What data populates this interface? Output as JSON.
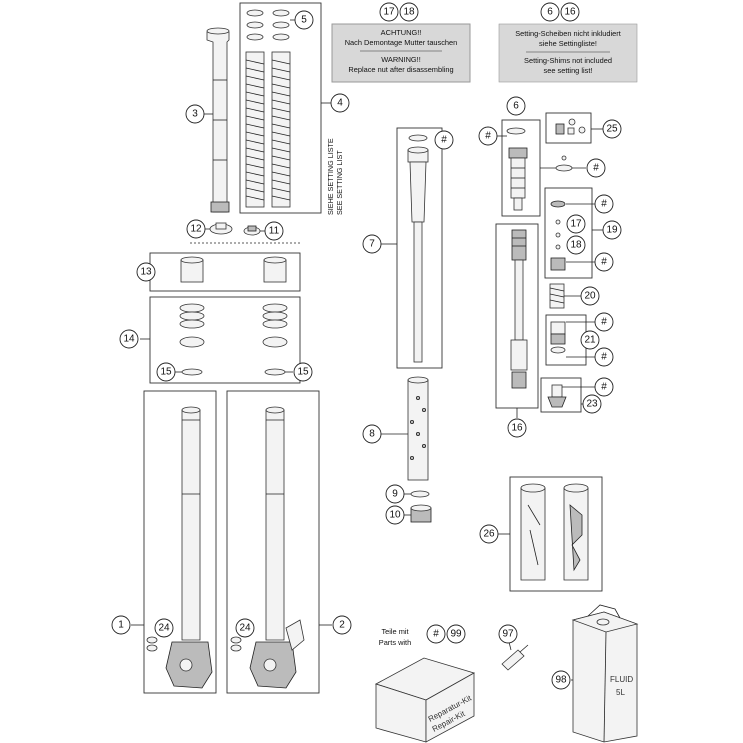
{
  "callouts": {
    "c1": "1",
    "c2": "2",
    "c3": "3",
    "c4": "4",
    "c5": "5",
    "c6a": "6",
    "c6b": "6",
    "c7": "7",
    "c8": "8",
    "c9": "9",
    "c10": "10",
    "c11": "11",
    "c12": "12",
    "c13": "13",
    "c14": "14",
    "c15a": "15",
    "c15b": "15",
    "c16a": "16",
    "c16b": "16",
    "c17a": "17",
    "c17b": "17",
    "c18a": "18",
    "c18b": "18",
    "c19": "19",
    "c20": "20",
    "c21": "21",
    "c23": "23",
    "c24a": "24",
    "c24b": "24",
    "c25": "25",
    "c26": "26",
    "c97": "97",
    "c98": "98",
    "c99": "99",
    "h1": "#",
    "h2": "#",
    "h3": "#",
    "h4": "#",
    "h5": "#",
    "h6": "#",
    "h7": "#",
    "h8": "#",
    "h9": "#"
  },
  "note1": {
    "line1": "ACHTUNG!!",
    "line2": "Nach Demontage Mutter tauschen",
    "line3": "WARNING!!",
    "line4": "Replace nut after disassembling"
  },
  "note2": {
    "line1": "Setting-Scheiben nicht inkludiert",
    "line2": "siehe Settingliste!",
    "line3": "Setting-Shims not included",
    "line4": "see setting list!"
  },
  "setting_list": {
    "de": "SIEHE SETTING LISTE",
    "en": "SEE SETTING LIST"
  },
  "parts_with": {
    "line1": "Teile mit",
    "line2": "Parts with"
  },
  "repair_kit": {
    "de": "Reparatur-Kit",
    "en": "Repair-Kit"
  },
  "fluid_can": {
    "line1": "FLUID",
    "line2": "5L"
  }
}
